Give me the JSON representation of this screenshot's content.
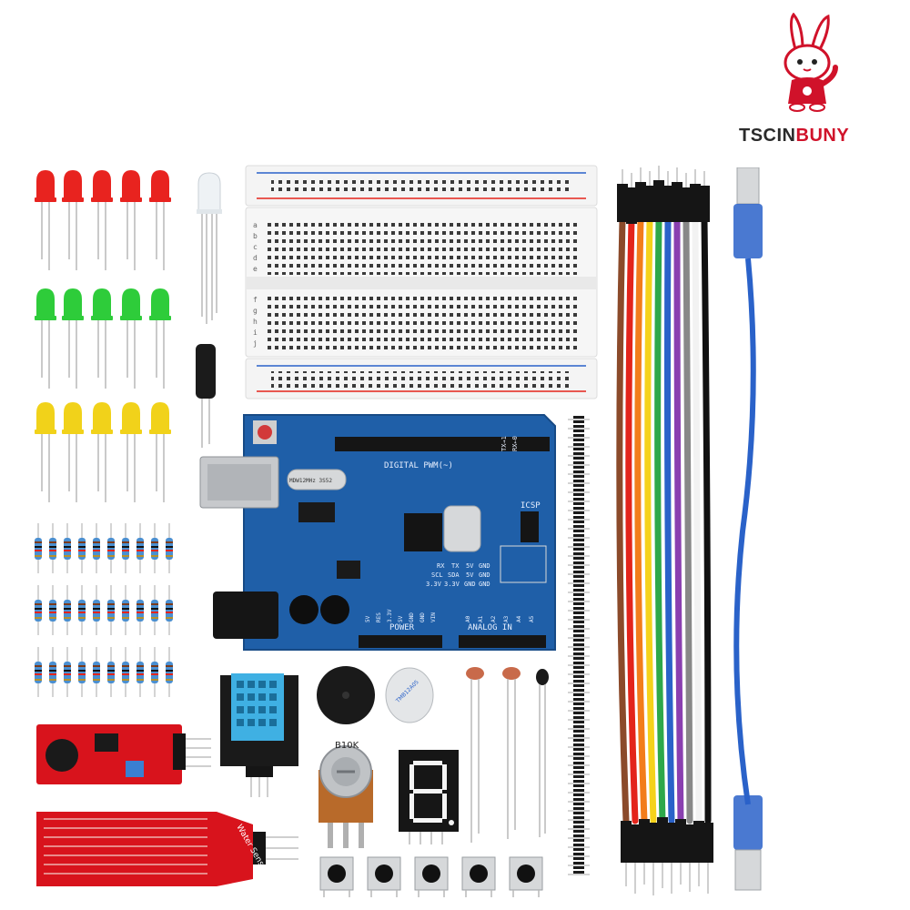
{
  "brand": {
    "name_part1": "TSCIN",
    "name_part2": "BUNY",
    "accent": "#d0122a"
  },
  "arduino": {
    "digital_label": "DIGITAL PWM(~)",
    "power_label": "POWER",
    "analog_label": "ANALOG IN",
    "icsp_label": "ICSP",
    "tx_label": "TX→1",
    "rx_label": "RX←0",
    "chip_label": "MDW12MHz 3S52",
    "pin_labels": [
      "5V",
      "RES",
      "3.3V",
      "5V",
      "GND",
      "GND",
      "VIN"
    ],
    "analog_pins": [
      "A0",
      "A1",
      "A2",
      "A3",
      "A4",
      "A5"
    ],
    "row_labels": [
      "RX",
      "TX",
      "5V",
      "GND"
    ],
    "row2_labels": [
      "SCL",
      "SDA",
      "5V",
      "GND"
    ],
    "row3_labels": [
      "3.3V",
      "3.3V",
      "GND",
      "GND"
    ],
    "board_color": "#1f5fa8"
  },
  "breadboard": {
    "rows_top": [
      "a",
      "b",
      "c",
      "d",
      "e"
    ],
    "rows_bottom": [
      "f",
      "g",
      "h",
      "i",
      "j"
    ]
  },
  "potentiometer": {
    "label": "B10K"
  },
  "water_sensor": {
    "label": "Water Sensor"
  },
  "buzzer": {
    "label": "TMB12A05"
  },
  "components": {
    "led_colors": [
      "#e8231f",
      "#2ecc3a",
      "#f1d21a"
    ],
    "wire_colors": [
      "#8b4a2a",
      "#e3241b",
      "#f27d1b",
      "#f5d21b",
      "#2ea84a",
      "#2a62c9",
      "#8a3fb0",
      "#888888",
      "#ffffff",
      "#111111"
    ]
  }
}
